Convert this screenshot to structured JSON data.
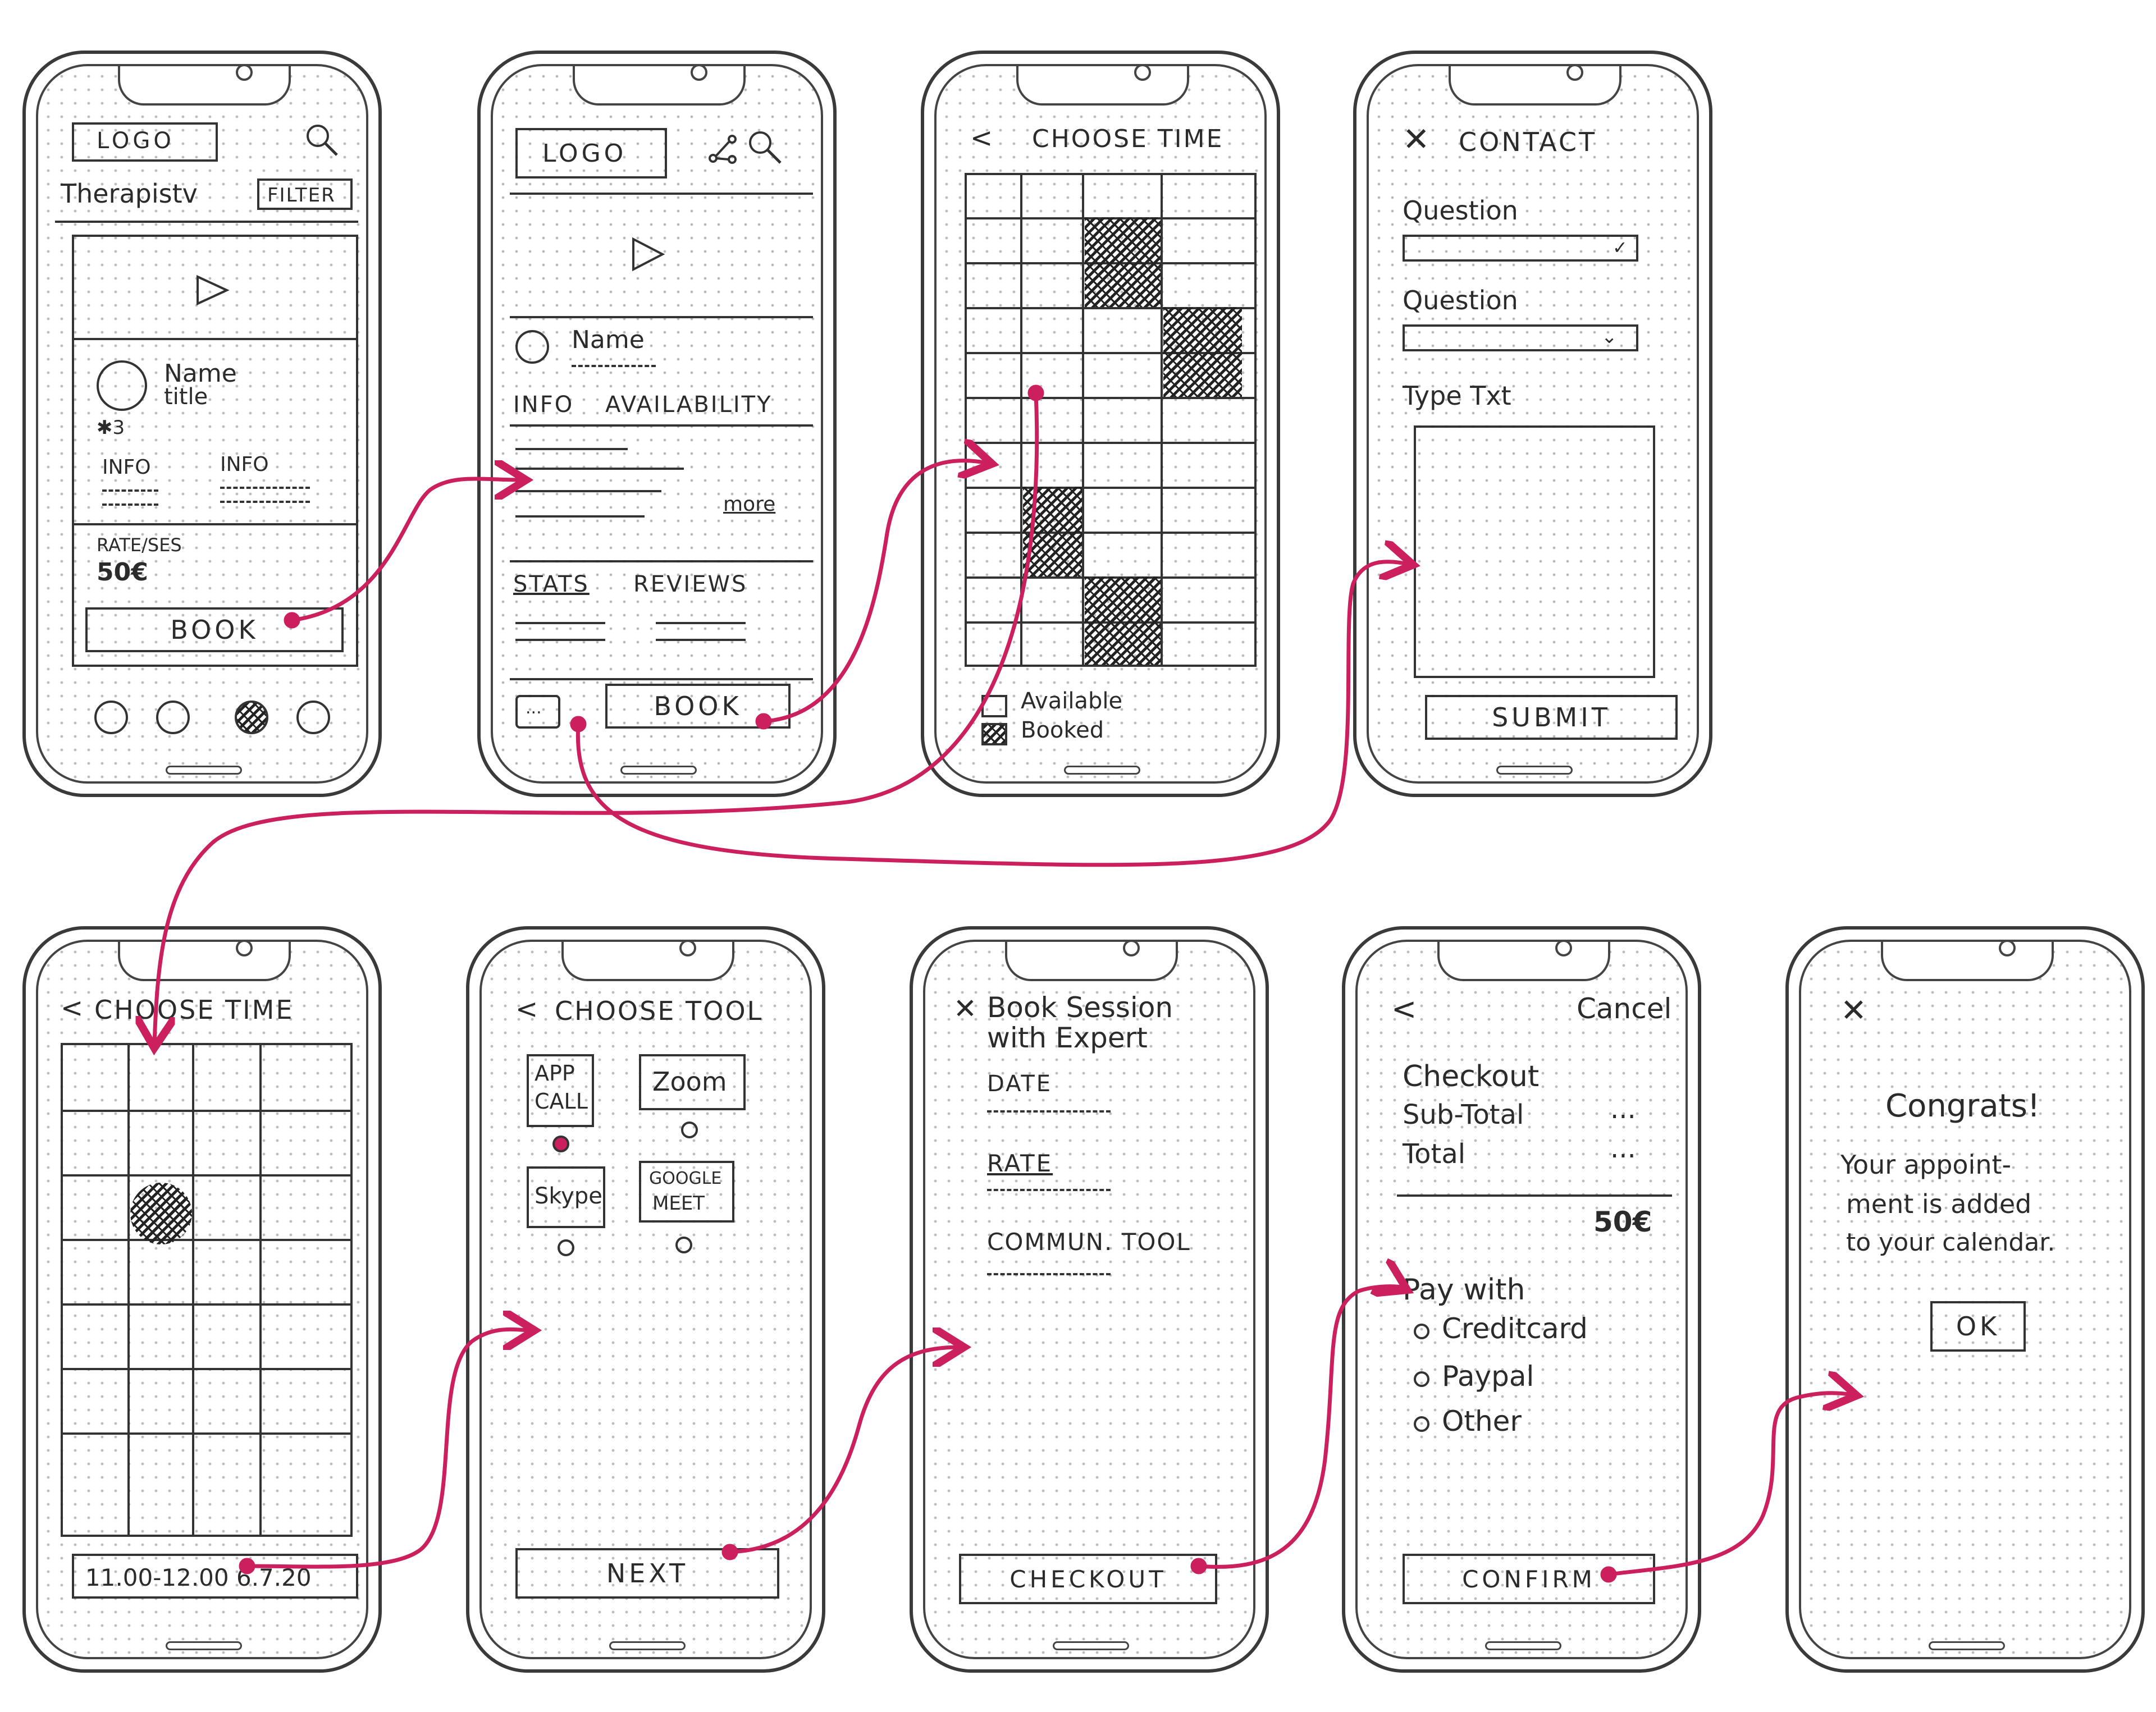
{
  "colors": {
    "flow": "#cc1f5e",
    "ink": "#2b2b2b"
  },
  "screen1": {
    "logo": "LOGO",
    "title": "Therapistv",
    "filter": "FILTER",
    "name": "Name",
    "title2": "title",
    "rating": "✱3",
    "info1": "INFO",
    "info2": "INFO",
    "rate_label": "RATE/SES",
    "rate_value": "50€",
    "book": "BOOK"
  },
  "screen2": {
    "logo": "LOGO",
    "name": "Name",
    "tab_info": "INFO",
    "tab_availability": "AVAILABILITY",
    "more": "more",
    "tab_stats": "STATS",
    "tab_reviews": "REVIEWS",
    "chat": "...",
    "book": "BOOK"
  },
  "screen3": {
    "title": "CHOOSE TIME",
    "legend_available": "Available",
    "legend_booked": "Booked"
  },
  "screen4": {
    "title": "CONTACT",
    "question1": "Question",
    "question2": "Question",
    "type_text": "Type Txt",
    "submit": "SUBMIT"
  },
  "screen5": {
    "title": "CHOOSE TIME",
    "selection": "11.00-12.00 6.7.20"
  },
  "screen6": {
    "title": "CHOOSE TOOL",
    "tool1_line1": "APP",
    "tool1_line2": "CALL",
    "tool2": "Zoom",
    "tool3": "Skype",
    "tool4_line1": "GOOGLE",
    "tool4_line2": "MEET",
    "next": "NEXT"
  },
  "screen7": {
    "title_line1": "Book Session",
    "title_line2": "with Expert",
    "date": "DATE",
    "rate": "RATE",
    "comm_tool": "COMMUN. TOOL",
    "checkout": "CHECKOUT"
  },
  "screen8": {
    "cancel": "Cancel",
    "checkout": "Checkout",
    "subtotal": "Sub-Total",
    "subtotal_value": "...",
    "total": "Total",
    "total_value": "...",
    "amount": "50€",
    "pay_with": "Pay with",
    "opt1": "Creditcard",
    "opt2": "Paypal",
    "opt3": "Other",
    "confirm": "CONFIRM"
  },
  "screen9": {
    "congrats": "Congrats!",
    "msg1": "Your appoint-",
    "msg2": "ment is added",
    "msg3": "to your calendar.",
    "ok": "OK"
  }
}
